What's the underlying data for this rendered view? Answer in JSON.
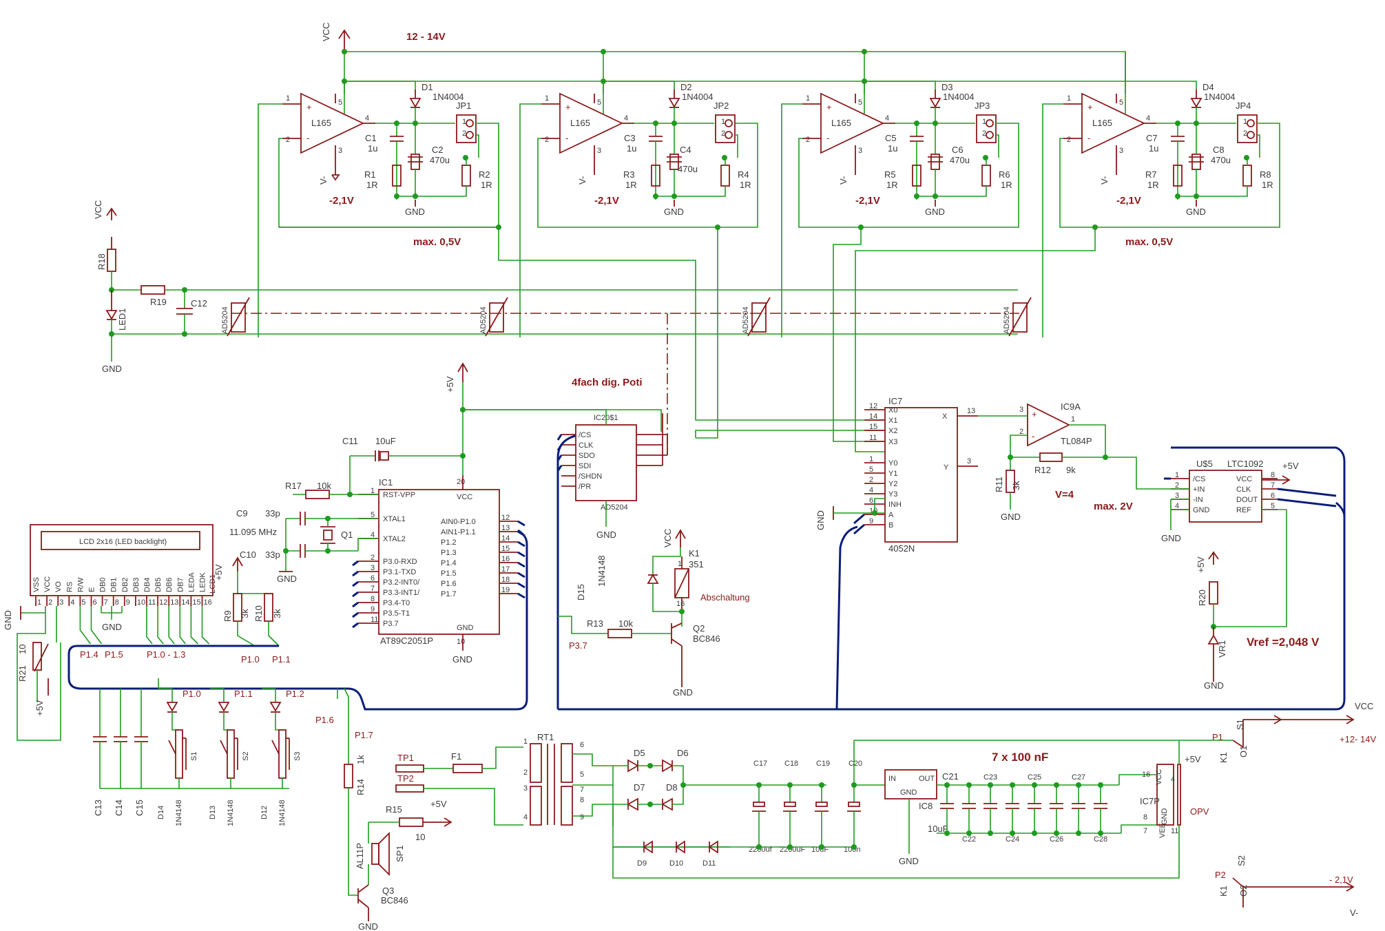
{
  "notes": {
    "supply_range": "12 - 14V",
    "max_a": "max. 0,5V",
    "max_b": "max. 0,5V",
    "max_2v": "max. 2V",
    "poti": "4fach dig. Poti",
    "gain": "V=4",
    "vref": "Vref =2,048 V",
    "caps7": "7 x 100 nF",
    "abschaltung": "Abschaltung",
    "opv": "OPV"
  },
  "drivers": [
    {
      "ic": "L165",
      "d": "D1",
      "d_val": "1N4004",
      "jp": "JP1",
      "ca": "C1",
      "ca_val": "1u",
      "cb": "C2",
      "cb_val": "470u",
      "ra": "R1",
      "ra_val": "1R",
      "rb": "R2",
      "rb_val": "1R",
      "neg": "-2,1V"
    },
    {
      "ic": "L165",
      "d": "D2",
      "d_val": "1N4004",
      "jp": "JP2",
      "ca": "C3",
      "ca_val": "1u",
      "cb": "C4",
      "cb_val": "470u",
      "ra": "R3",
      "ra_val": "1R",
      "rb": "R4",
      "rb_val": "1R",
      "neg": "-2,1V"
    },
    {
      "ic": "L165",
      "d": "D3",
      "d_val": "1N4004",
      "jp": "JP3",
      "ca": "C5",
      "ca_val": "1u",
      "cb": "C6",
      "cb_val": "470u",
      "ra": "R5",
      "ra_val": "1R",
      "rb": "R6",
      "rb_val": "1R",
      "neg": "-2,1V"
    },
    {
      "ic": "L165",
      "d": "D4",
      "d_val": "1N4004",
      "jp": "JP4",
      "ca": "C7",
      "ca_val": "1u",
      "cb": "C8",
      "cb_val": "470u",
      "ra": "R7",
      "ra_val": "1R",
      "rb": "R8",
      "rb_val": "1R",
      "neg": "-2,1V"
    }
  ],
  "nets": {
    "vcc": "VCC",
    "gnd": "GND",
    "v5": "+5V",
    "vminus": "V-",
    "out_12": "+12- 14V",
    "out_neg": "- 2,1V",
    "vminus_out": "V-"
  },
  "left": {
    "r18": "R18",
    "r19": "R19",
    "c12": "C12",
    "led1": "LED1"
  },
  "lcd": {
    "title": "LCD 2x16 (LED backlight)",
    "ref": "LCD1",
    "pins": [
      "VSS",
      "VCC",
      "VO",
      "RS",
      "R/W",
      "E",
      "DB0",
      "DB1",
      "DB2",
      "DB3",
      "DB4",
      "DB5",
      "DB6",
      "DB7",
      "LEDA",
      "LEDK"
    ],
    "nums": [
      "1",
      "2",
      "3",
      "4",
      "5",
      "6",
      "7",
      "8",
      "9",
      "10",
      "11",
      "12",
      "13",
      "14",
      "15",
      "16"
    ],
    "bus_labels": [
      "P1.4",
      "P1.5",
      "P1.0 - 1.3",
      "P1.0",
      "P1.1"
    ],
    "r9": "R9",
    "r9_val": "3k",
    "r10": "R10",
    "r10_val": "3k",
    "r21": "R21",
    "r21_val": "10"
  },
  "mcu": {
    "ref": "IC1",
    "part": "AT89C2051P",
    "left_pins": [
      "RST-VPP",
      "XTAL1",
      "XTAL2",
      "P3.0-RXD",
      "P3.1-TXD",
      "P3.2-INT0/",
      "P3.3-INT1/",
      "P3.4-T0",
      "P3.5-T1",
      "P3.7"
    ],
    "left_nums": [
      "1",
      "5",
      "4",
      "2",
      "3",
      "6",
      "7",
      "8",
      "9",
      "11"
    ],
    "right_pins": [
      "AIN0-P1.0",
      "AIN1-P1.1",
      "P1.2",
      "P1.3",
      "P1.4",
      "P1.5",
      "P1.6",
      "P1.7"
    ],
    "right_nums": [
      "12",
      "13",
      "14",
      "15",
      "16",
      "17",
      "18",
      "19"
    ],
    "vcc": "VCC",
    "vcc_num": "20",
    "gnd": "GND",
    "gnd_num": "10",
    "c11": "C11",
    "c11_val": "10uF",
    "r17": "R17",
    "r17_val": "10k",
    "c9": "C9",
    "c9_val": "33p",
    "c10": "C10",
    "c10_val": "33p",
    "q1": "Q1",
    "q1_val": "11.095 MHz"
  },
  "pot": {
    "ref": "IC20$1",
    "part": "AD5204",
    "pins": [
      "/CS",
      "CLK",
      "SDO",
      "SDI",
      "/SHDN",
      "/PR"
    ]
  },
  "mux": {
    "ref": "IC7",
    "part": "4052N",
    "left_pins": [
      "X0",
      "X1",
      "X2",
      "X3",
      "Y0",
      "Y1",
      "Y2",
      "Y3",
      "INH",
      "A",
      "B"
    ],
    "left_nums": [
      "12",
      "14",
      "15",
      "11",
      "1",
      "5",
      "2",
      "4",
      "6",
      "10",
      "9"
    ],
    "x": "X",
    "x_num": "13",
    "y": "Y",
    "y_num": "3"
  },
  "opamp": {
    "ref": "IC9A",
    "part": "TL084P",
    "r12": "R12",
    "r12_val": "9k",
    "r11": "R11",
    "r11_val": "3k"
  },
  "adc": {
    "ref": "U$5",
    "part": "LTC1092",
    "left_pins": [
      "/CS",
      "+IN",
      "-IN",
      "GND"
    ],
    "left_nums": [
      "1",
      "2",
      "3",
      "4"
    ],
    "right_pins": [
      "VCC",
      "CLK",
      "DOUT",
      "REF"
    ],
    "right_nums": [
      "8",
      "7",
      "6",
      "5"
    ],
    "r20": "R20",
    "vr1": "VR1"
  },
  "relay": {
    "k1": "K1",
    "k1_val": "351",
    "d15": "D15",
    "d15_val": "1N4148",
    "r13": "R13",
    "r13_val": "10k",
    "q2": "Q2",
    "q2_val": "BC846",
    "p37": "P3.7"
  },
  "keys": {
    "labels": [
      "P1.0",
      "P1.1",
      "P1.2",
      "P1.6",
      "P1.7"
    ],
    "switches": [
      "S1",
      "S2",
      "S3"
    ],
    "diodes": [
      "D14",
      "D13",
      "D12"
    ],
    "diode_val": "1N4148",
    "caps": [
      "C13",
      "C14",
      "C15"
    ],
    "r14": "R14",
    "r14_val": "1k",
    "r15": "R15",
    "r15_val": "10",
    "sp1": "SP1",
    "al11p": "AL11P",
    "q3": "Q3",
    "q3_val": "BC846"
  },
  "psu": {
    "tp1": "TP1",
    "tp2": "TP2",
    "f1": "F1",
    "rt1": "RT1",
    "bridge": [
      "D5",
      "D6",
      "D7",
      "D8"
    ],
    "chain": [
      "D9",
      "D10",
      "D11"
    ],
    "bulk": [
      {
        "n": "C17",
        "v": "2200uf"
      },
      {
        "n": "C18",
        "v": "2200uF"
      },
      {
        "n": "C19",
        "v": "10uF"
      },
      {
        "n": "C20",
        "v": "100n"
      }
    ],
    "reg": "IC8",
    "reg_in": "IN",
    "reg_out": "OUT",
    "reg_gnd": "GND",
    "c21": "C21",
    "c21_val": "10uF",
    "caps": [
      "C22",
      "C23",
      "C24",
      "C25",
      "C26",
      "C27",
      "C28"
    ],
    "ic7p": "IC7P",
    "relay_p1": "P1",
    "relay_p2": "P2",
    "s1": "S1",
    "s2": "S2",
    "k1": "K1",
    "o1": "O1",
    "o2": "O2"
  }
}
